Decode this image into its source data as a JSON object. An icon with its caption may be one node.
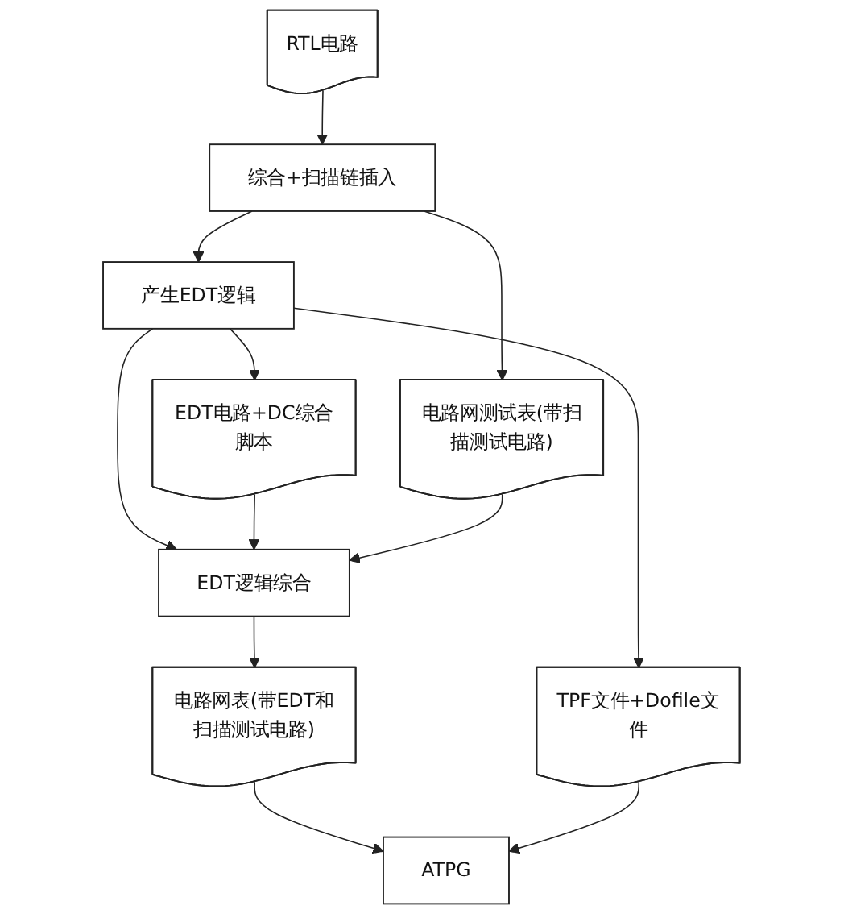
{
  "diagram": {
    "nodes": [
      {
        "text": [
          "RTL电路"
        ]
      },
      {
        "text": [
          "综合+扫描链插入"
        ]
      },
      {
        "text": [
          "电路网测试表(带扫描测试电路)"
        ]
      },
      {
        "text": [
          "产生EDT逻辑"
        ]
      },
      {
        "text": [
          "EDT电路+DC综合脚本"
        ]
      },
      {
        "text": [
          "TPF文件+Dofile文件"
        ]
      },
      {
        "text": [
          "EDT逻辑综合"
        ]
      },
      {
        "text": [
          "电路网表(带EDT和扫描测试电路)"
        ]
      },
      {
        "text": [
          "ATPG"
        ]
      }
    ],
    "edges": [
      {
        "from": 0,
        "to": 1,
        "arrow": "to"
      },
      {
        "from": 1,
        "to": 3,
        "arrow": "to"
      },
      {
        "from": 1,
        "to": 2,
        "arrow": "to"
      },
      {
        "from": 3,
        "to": 6,
        "arrow": "to"
      },
      {
        "from": 3,
        "to": 4,
        "arrow": "to"
      },
      {
        "from": 3,
        "to": 5,
        "arrow": "to"
      },
      {
        "from": 4,
        "to": 6,
        "arrow": "to"
      },
      {
        "from": 2,
        "to": 6,
        "arrow": "to"
      },
      {
        "from": 6,
        "to": 7,
        "arrow": "to"
      },
      {
        "from": 7,
        "to": 8,
        "arrow": "to"
      },
      {
        "from": 5,
        "to": 8,
        "arrow": "to"
      }
    ]
  }
}
